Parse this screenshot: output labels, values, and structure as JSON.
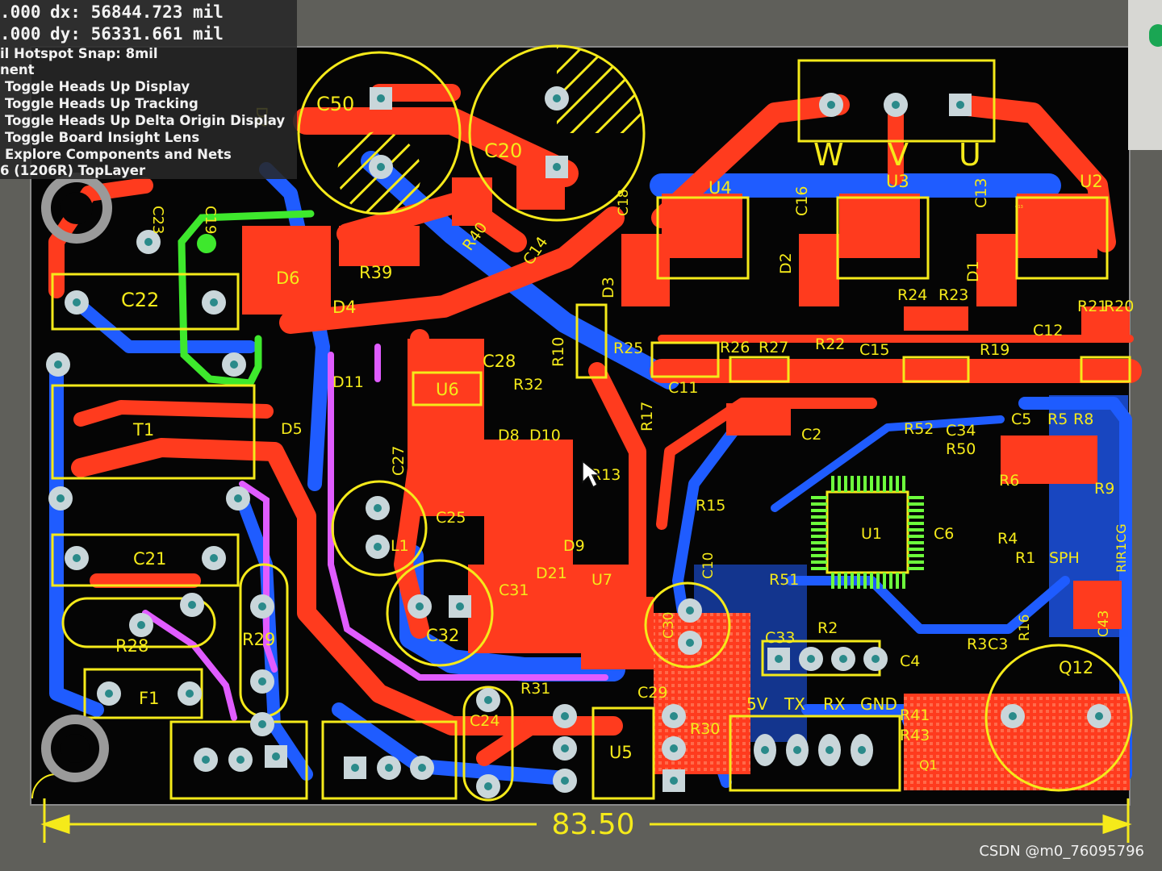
{
  "hud": {
    "x_readout": ".000",
    "dx_readout": "dx: 56844.723 mil",
    "y_readout": ".000",
    "dy_readout": "dy: 56331.661 mil",
    "snap": "il Hotspot Snap: 8mil",
    "section": "nent",
    "menu": [
      "Toggle Heads Up Display",
      "Toggle Heads Up Tracking",
      "Toggle Heads Up Delta Origin Display",
      "Toggle Board Insight Lens",
      "Explore Components and Nets"
    ],
    "component_info": "6 (1206R)  TopLayer"
  },
  "board": {
    "dimension_label": "83.50",
    "designators": [
      "C50",
      "C20",
      "D2",
      "C22",
      "C23",
      "C19",
      "D6",
      "D4",
      "R39",
      "R40",
      "C14",
      "C18",
      "U4",
      "U3",
      "U2",
      "C16",
      "C13",
      "D3",
      "D2",
      "D1",
      "R24",
      "R23",
      "R21",
      "R20",
      "C12",
      "C13",
      "R25",
      "R26",
      "R27",
      "R22",
      "C15",
      "R19",
      "C11",
      "R10",
      "R17",
      "R13",
      "C28",
      "U6",
      "R32",
      "D11",
      "D8",
      "D10",
      "C27",
      "C25",
      "T1",
      "D5",
      "C2",
      "R52",
      "C34",
      "R50",
      "C5",
      "R5",
      "R8",
      "R6",
      "R9",
      "R15",
      "C10",
      "L1",
      "D9",
      "D21",
      "U7",
      "C31",
      "C32",
      "C21",
      "R28",
      "R29",
      "F1",
      "U1",
      "C6",
      "R4",
      "R1",
      "SPH",
      "RIR1CG",
      "R51",
      "C33",
      "R2",
      "C4",
      "R3",
      "C3",
      "R16",
      "C43",
      "Q12",
      "C30",
      "C29",
      "R30",
      "R31",
      "C24",
      "U5",
      "R41",
      "R43",
      "Q1"
    ],
    "connector_labels": [
      "W",
      "V",
      "U"
    ],
    "uart_labels": [
      "5V",
      "TX",
      "RX",
      "GND"
    ],
    "colors": {
      "background": "#050505",
      "top_copper": "#ff3b1e",
      "bottom_copper": "#1f5cff",
      "silkscreen": "#f5ea1a",
      "pad": "#c9d6da",
      "highlight_net": "#3ee82d",
      "mech_layer": "#e05cff",
      "chip_signal": "#6dff3c"
    }
  },
  "watermark": "CSDN @m0_76095796"
}
